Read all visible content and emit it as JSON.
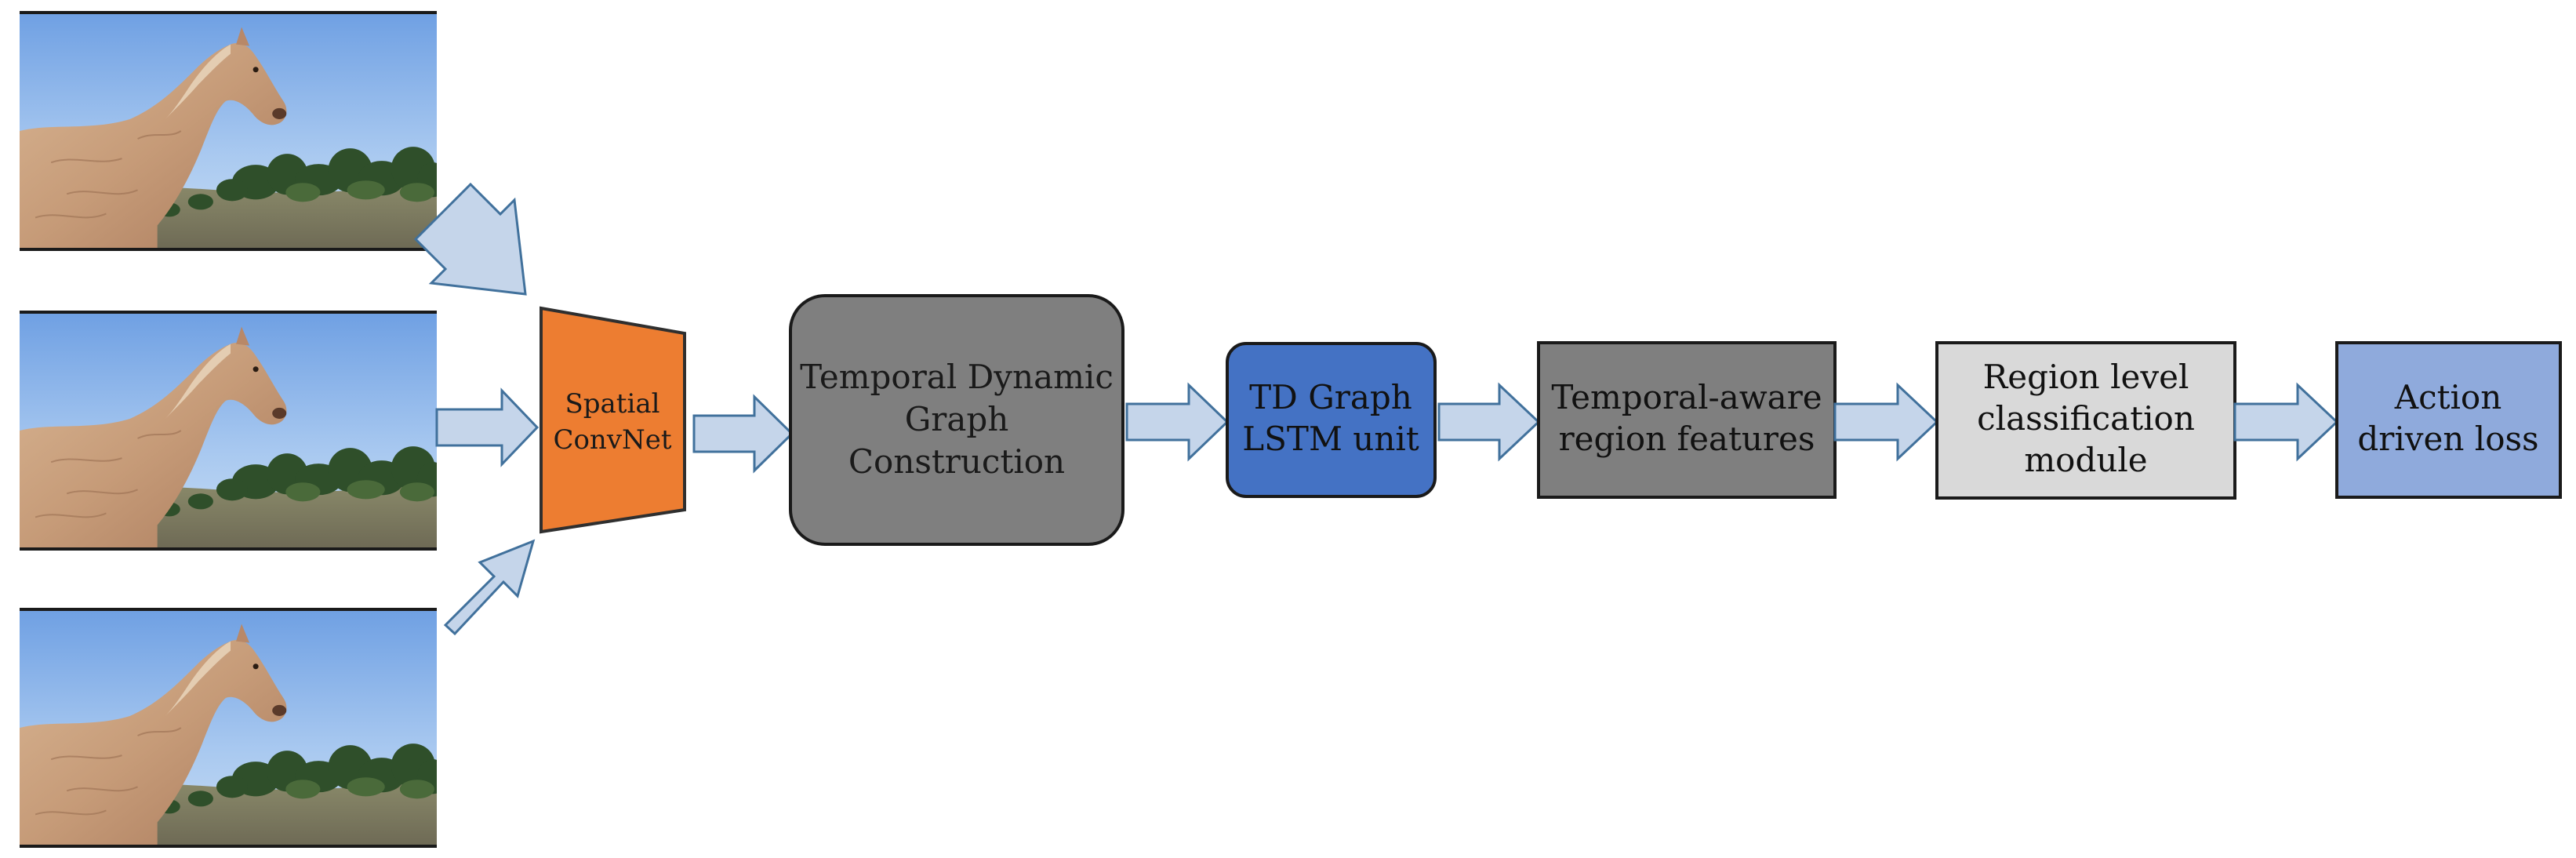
{
  "frames": [
    {
      "name": "input-frame-1",
      "description": "horse"
    },
    {
      "name": "input-frame-2",
      "description": "horse"
    },
    {
      "name": "input-frame-3",
      "description": "horse"
    }
  ],
  "spatial_convnet": {
    "line1": "Spatial",
    "line2": "ConvNet",
    "color": "#ED7D31"
  },
  "tdgc": {
    "line1": "Temporal Dynamic",
    "line2": "Graph",
    "line3": "Construction",
    "color": "#7F7F7F"
  },
  "td_graph_lstm": {
    "line1": "TD Graph",
    "line2": "LSTM unit",
    "color": "#4472C4"
  },
  "temporal_aware": {
    "line1": "Temporal-aware",
    "line2": "region features",
    "color": "#7F7F7F"
  },
  "region_classification": {
    "line1": "Region level",
    "line2": "classification",
    "line3": "module",
    "color": "#D9D9D9"
  },
  "action_loss": {
    "line1": "Action",
    "line2": "driven loss",
    "color": "#8FAADC"
  },
  "arrow_color": "#C5D5EA",
  "arrow_stroke": "#41719C"
}
